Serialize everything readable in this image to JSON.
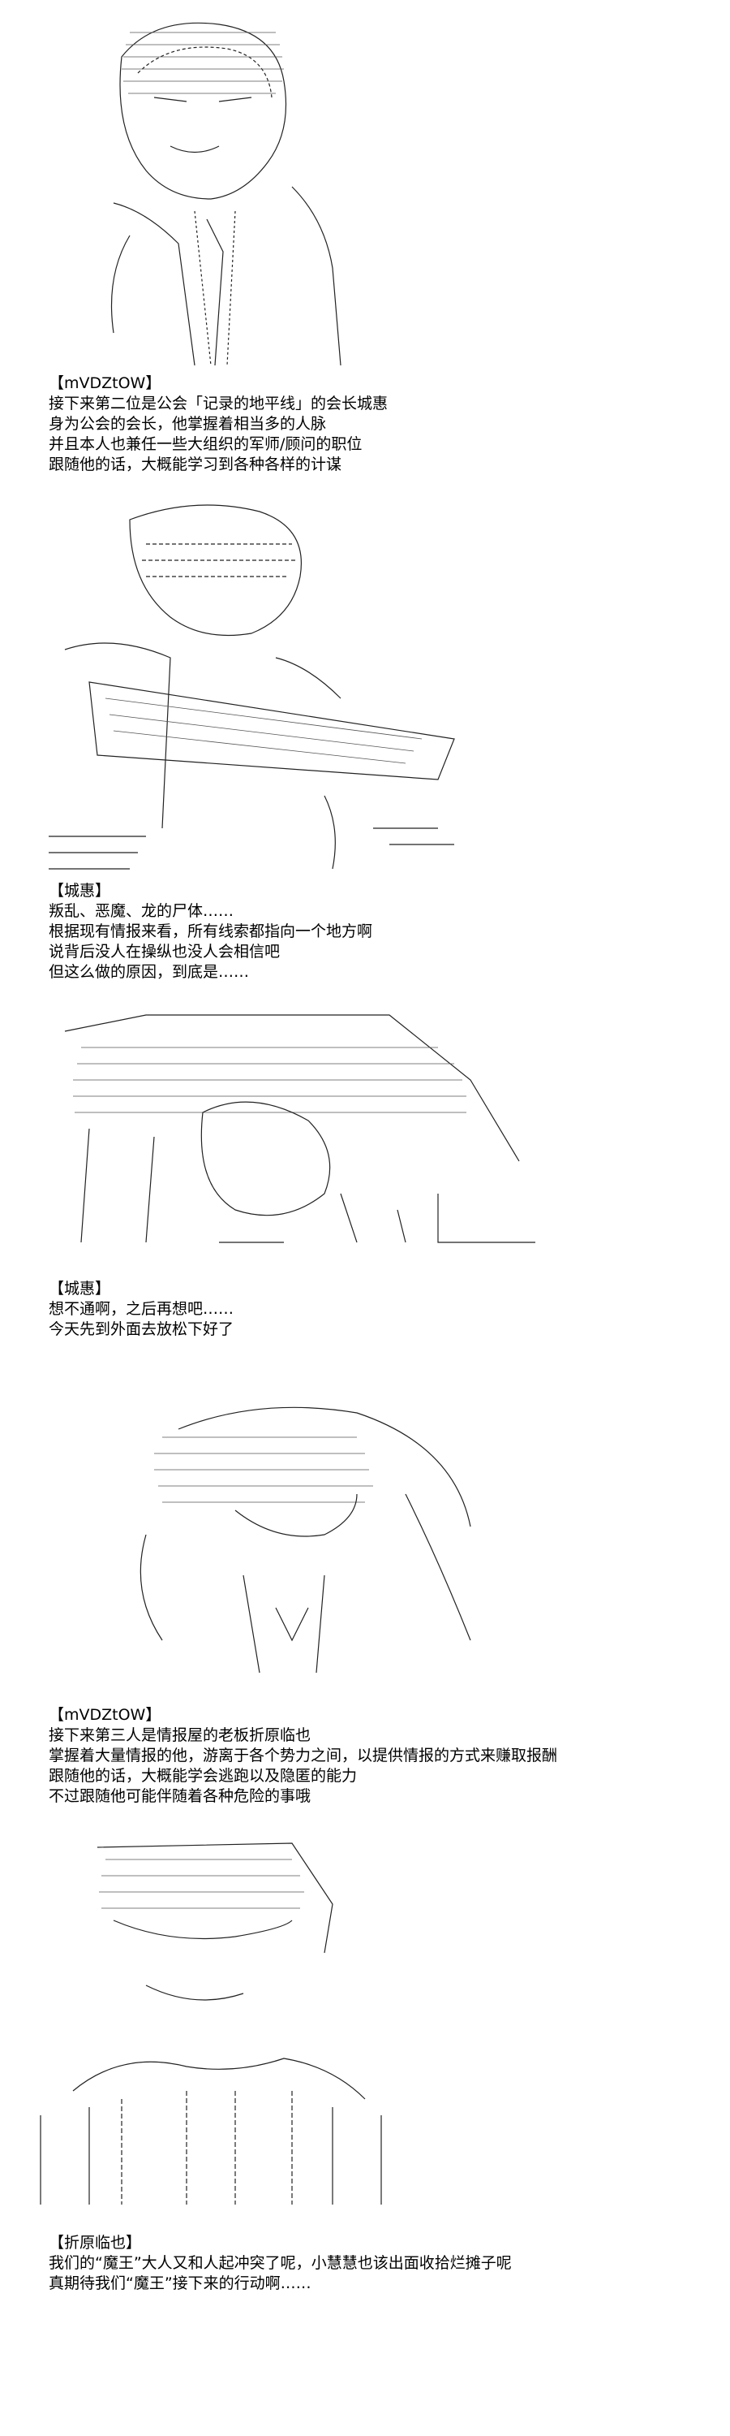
{
  "panels": [
    {
      "speaker": "【mVDZtOW】",
      "lines": [
        "接下来第二位是公会「记录的地平线」的会长城惠",
        "身为公会的会长，他掌握着相当多的人脉",
        "并且本人也兼任一些大组织的军师/顾问的职位",
        "跟随他的话，大概能学习到各种各样的计谋"
      ]
    },
    {
      "speaker": "【城惠】",
      "lines": [
        "叛乱、恶魔、龙的尸体……",
        "根据现有情报来看，所有线索都指向一个地方啊",
        "说背后没人在操纵也没人会相信吧",
        "但这么做的原因，到底是……"
      ]
    },
    {
      "speaker": "【城惠】",
      "lines": [
        "想不通啊，之后再想吧……",
        "今天先到外面去放松下好了"
      ]
    },
    {
      "speaker": "【mVDZtOW】",
      "lines": [
        "接下来第三人是情报屋的老板折原临也",
        "掌握着大量情报的他，游离于各个势力之间，以提供情报的方式来赚取报酬",
        "跟随他的话，大概能学会逃跑以及隐匿的能力",
        "不过跟随他可能伴随着各种危险的事哦"
      ]
    },
    {
      "speaker": "【折原临也】",
      "lines": [
        "我们的“魔王”大人又和人起冲突了呢，小慧慧也该出面收拾烂摊子呢",
        "真期待我们“魔王”接下来的行动啊……"
      ]
    }
  ]
}
